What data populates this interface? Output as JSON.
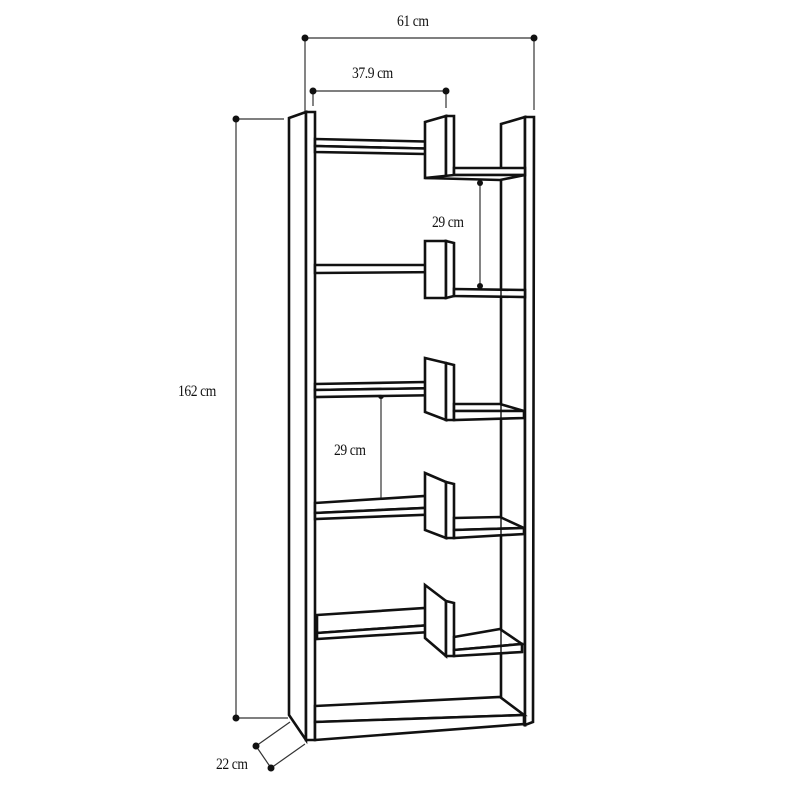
{
  "diagram": {
    "type": "technical-dimension-drawing",
    "subject": "Staggered step bookshelf",
    "colors": {
      "line": "#111111",
      "background": "#ffffff"
    },
    "dimensions": {
      "total_width": "61 cm",
      "inner_width": "37.9 cm",
      "height": "162 cm",
      "depth": "22 cm",
      "shelf_gap_upper": "29 cm",
      "shelf_gap_lower": "29 cm"
    },
    "shelf_count": {
      "left_column": 5,
      "right_column": 5,
      "bottom_shelf": 1
    }
  }
}
